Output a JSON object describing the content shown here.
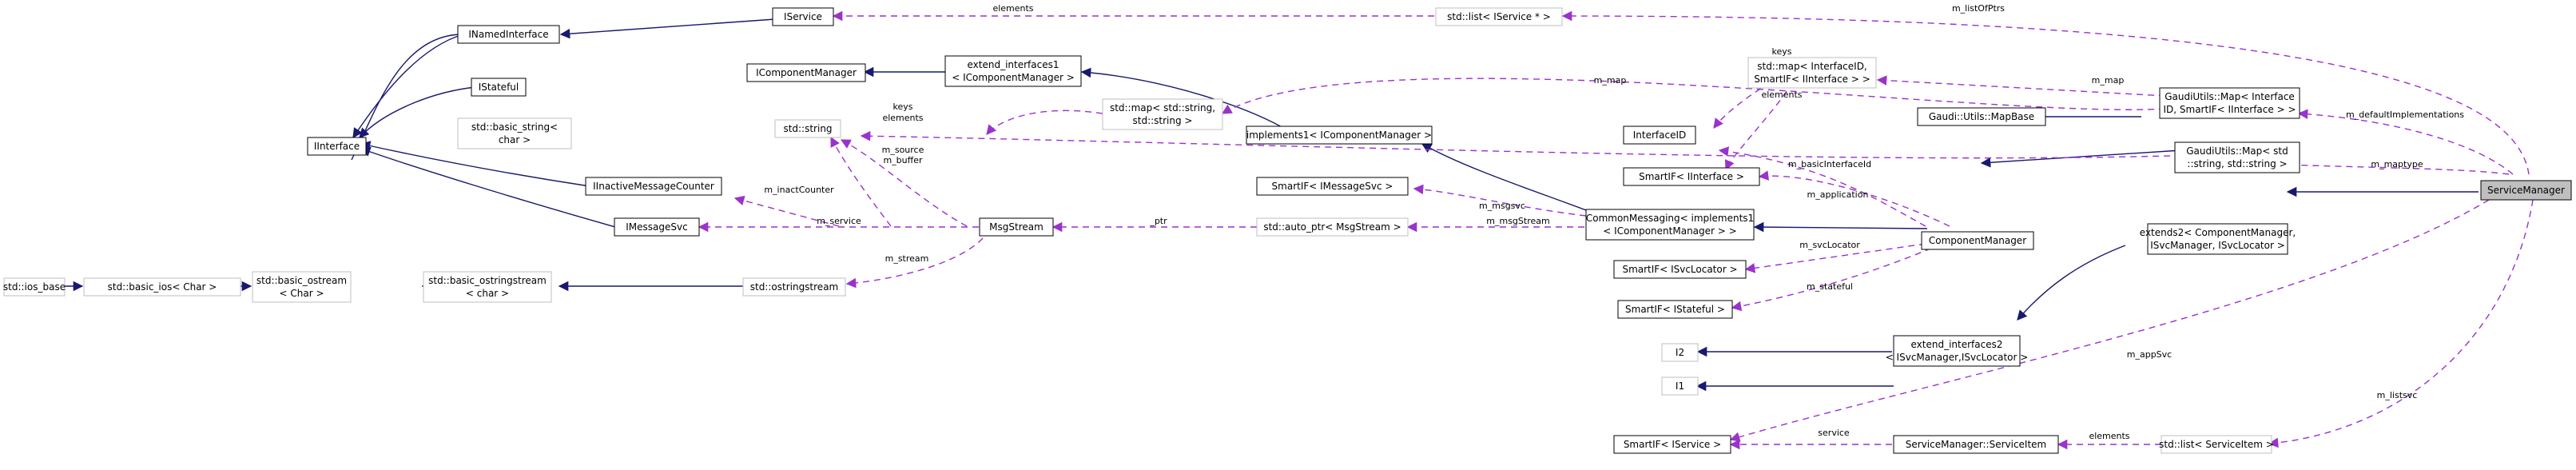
{
  "colors": {
    "inherit": "#191970",
    "usage": "#9a32cd",
    "documented_border": "#000000",
    "undocumented_border": "#bfbfbf",
    "highlight_fill": "#bfbfbf",
    "label_text": "#000000"
  },
  "nodes": {
    "ServiceManager": "ServiceManager",
    "std_ios_base": "std::ios_base",
    "basic_ios": "std::basic_ios< Char >",
    "basic_ostream_1": "std::basic_ostream",
    "basic_ostream_2": "< Char >",
    "basic_ostringstream_1": "std::basic_ostringstream",
    "basic_ostringstream_2": "< char >",
    "ostringstream": "std::ostringstream",
    "IInterface": "IInterface",
    "INamedInterface": "INamedInterface",
    "IService": "IService",
    "IStateful": "IStateful",
    "basic_string_1": "std::basic_string<",
    "basic_string_2": "char >",
    "std_string": "std::string",
    "IInactiveMessageCounter": "IInactiveMessageCounter",
    "IMessageSvc": "IMessageSvc",
    "MsgStream": "MsgStream",
    "IComponentManager": "IComponentManager",
    "extend_interfaces1_1": "extend_interfaces1",
    "extend_interfaces1_2": "< IComponentManager >",
    "implements1": "implements1< IComponentManager >",
    "list_IService": "std::list< IService * >",
    "map_string_1": "std::map< std::string,",
    "map_string_2": "std::string >",
    "map_interface_1": "std::map< InterfaceID,",
    "map_interface_2": "SmartIF< IInterface > >",
    "InterfaceID": "InterfaceID",
    "SmartIF_IInterface": "SmartIF< IInterface >",
    "SmartIF_IMessageSvc": "SmartIF< IMessageSvc >",
    "auto_ptr": "std::auto_ptr< MsgStream >",
    "CommonMessaging_1": "CommonMessaging< implements1",
    "CommonMessaging_2": "< IComponentManager > >",
    "SmartIF_ISvcLocator": "SmartIF< ISvcLocator >",
    "SmartIF_IStateful": "SmartIF< IStateful >",
    "ComponentManager": "ComponentManager",
    "MapBase": "Gaudi::Utils::MapBase",
    "Map_Interface_1": "GaudiUtils::Map< Interface",
    "Map_Interface_2": "ID, SmartIF< IInterface > >",
    "Map_string_1": "GaudiUtils::Map< std",
    "Map_string_2": "::string, std::string >",
    "extends2_1": "extends2< ComponentManager,",
    "extends2_2": "ISvcManager, ISvcLocator >",
    "I2": "I2",
    "I1": "I1",
    "extend_interfaces2_1": "extend_interfaces2",
    "extend_interfaces2_2": "< ISvcManager,ISvcLocator >",
    "SmartIF_IService": "SmartIF< IService >",
    "ServiceItem": "ServiceManager::ServiceItem",
    "list_ServiceItem": "std::list< ServiceItem >"
  },
  "edge_labels": {
    "elements_top": "elements",
    "m_listOfPtrs": "m_listOfPtrs",
    "keys_top": "keys",
    "m_map_1": "m_map",
    "m_map_2": "m_map",
    "elements_mid": "elements",
    "keys_mid": "keys",
    "elements_mid2": "elements",
    "m_defaultImplementations": "m_defaultImplementations",
    "m_source": "m_source",
    "m_buffer": "m_buffer",
    "m_maptype": "m_maptype",
    "m_basicInterfaceId": "m_basicInterfaceId",
    "m_application": "m_application",
    "m_inactCounter": "m_inactCounter",
    "m_msgsvc": "m_msgsvc",
    "m_service": "m_service",
    "ptr": "_ptr",
    "m_msgStream": "m_msgStream",
    "m_svcLocator": "m_svcLocator",
    "m_stream": "m_stream",
    "m_stateful": "m_stateful",
    "m_appSvc": "m_appSvc",
    "m_listsvc": "m_listsvc",
    "service": "service",
    "elements_bottom": "elements"
  }
}
